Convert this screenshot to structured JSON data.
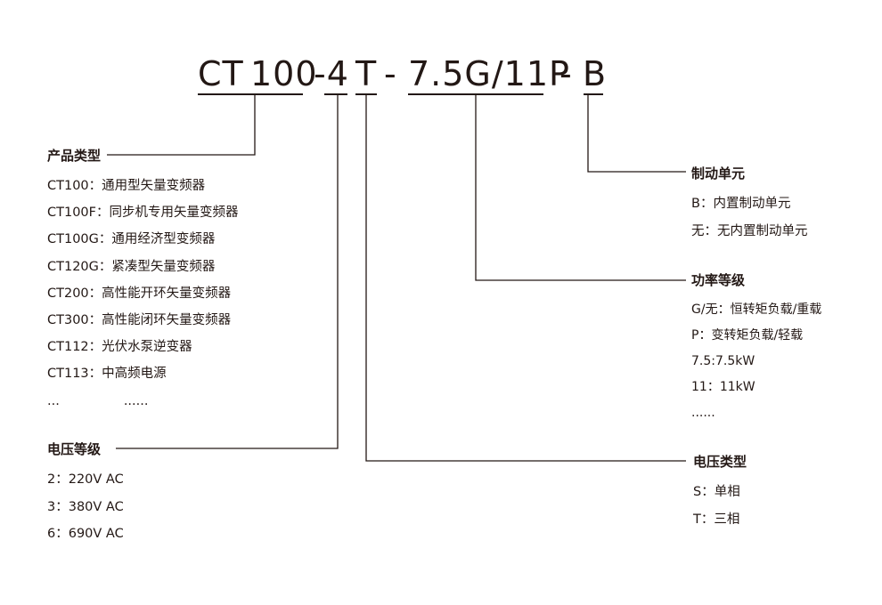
{
  "code": {
    "ct": "CT",
    "series": "100",
    "voltage": "-4",
    "phase": "T",
    "sep1": "-",
    "power": "7.5G/11P",
    "sep2": "-",
    "brake": "B"
  },
  "product": {
    "title": "产品类型",
    "items": [
      "CT100：通用型矢量变频器",
      "CT100F：同步机专用矢量变频器",
      "CT100G：通用经济型变频器",
      "CT120G：紧凑型矢量变频器",
      "CT200：高性能开环矢量变频器",
      "CT300：高性能闭环矢量变频器",
      "CT112：光伏水泵逆变器",
      "CT113：中高频电源"
    ],
    "ellipsis_a": "...",
    "ellipsis_b": "......"
  },
  "voltage_level": {
    "title": "电压等级",
    "items": [
      "2：220V AC",
      "3：380V AC",
      "6：690V AC"
    ]
  },
  "brake_unit": {
    "title": "制动单元",
    "items": [
      "B：内置制动单元",
      "无：无内置制动单元"
    ]
  },
  "power_level": {
    "title": "功率等级",
    "items": [
      "G/无：恒转矩负载/重载",
      "P：变转矩负载/轻载",
      "7.5:7.5kW",
      "11：11kW",
      "......"
    ]
  },
  "voltage_type": {
    "title": "电压类型",
    "items": [
      "S：单相",
      "T：三相"
    ]
  }
}
